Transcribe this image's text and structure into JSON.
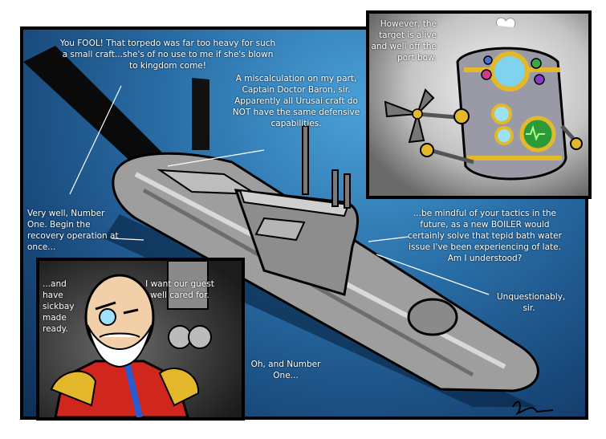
{
  "captions": {
    "fool": "You FOOL! That torpedo was far too heavy for such a small craft...she's of no use to me if she's blown to kingdom come!",
    "miscalc": "A miscalculation on my part, Captain Doctor Baron, sir. Apparently all Urusai craft do NOT have the same defensive capabilities.",
    "target": "However, the target is alive and well off the port bow.",
    "very_well": "Very well, Number One. Begin the recovery operation at once...",
    "mindful": "...be mindful of your tactics in the future, as a new BOILER would certainly solve that tepid bath water issue I've been experiencing of late. Am I understood?",
    "unquestionably": "Unquestionably, sir.",
    "sickbay": "...and have sickbay made ready.",
    "guest": "I want our guest well cared for.",
    "oh_and": "Oh, and Number One..."
  },
  "colors": {
    "water_light": "#4aa0d8",
    "water_dark": "#0e2f55",
    "hull": "#9a9a9a",
    "robot_gold": "#e3b82a",
    "uniform_red": "#d0261e"
  }
}
